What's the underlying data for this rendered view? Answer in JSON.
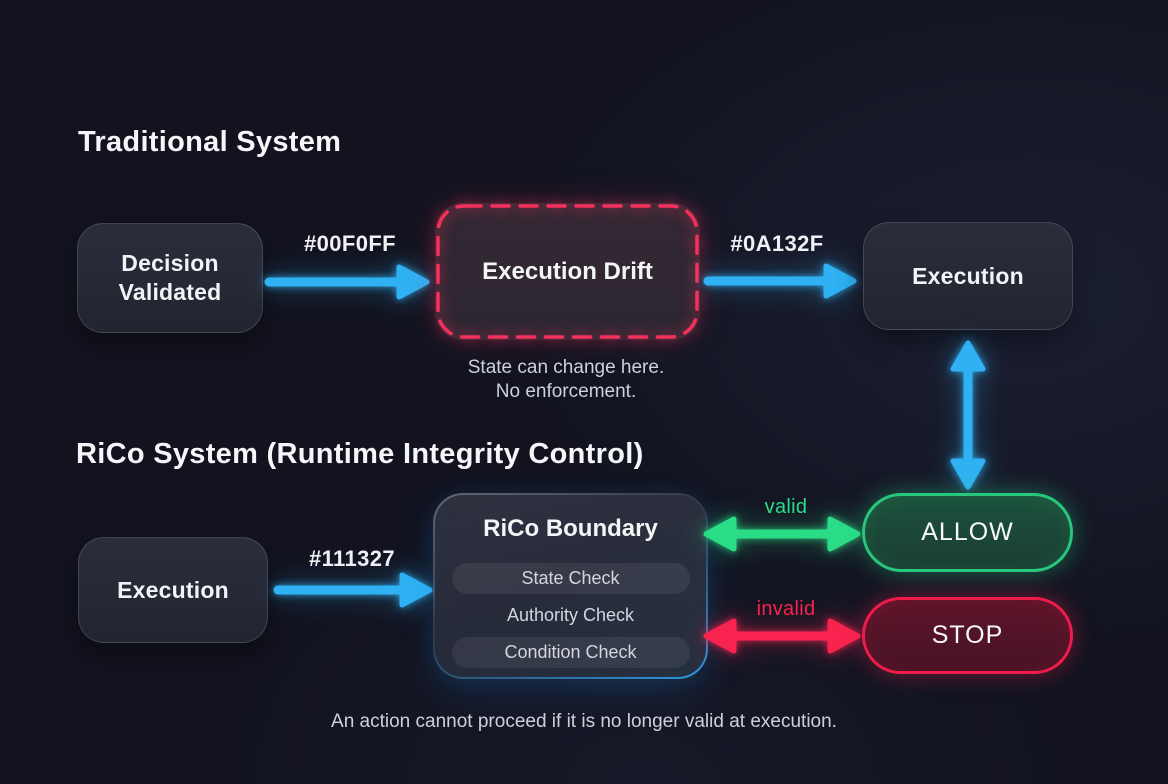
{
  "colors": {
    "background": "#12131f",
    "arrow_blue": "#2fb1f3",
    "accent_green": "#2bdc87",
    "accent_red": "#f8234f",
    "drift_dash_red": "#f5305c",
    "node_fill": "#262836",
    "text_primary": "#f2f3f6",
    "text_secondary": "#ccd0da"
  },
  "traditional": {
    "title": "Traditional System",
    "decision_box_label": "Decision Validated",
    "arrow1_label": "#00F0FF",
    "drift_box_label": "Execution Drift",
    "arrow2_label": "#0A132F",
    "execution_box_label": "Execution",
    "drift_caption_line1": "State can change here.",
    "drift_caption_line2": "No enforcement."
  },
  "rico": {
    "title": "RiCo System (Runtime Integrity Control)",
    "execution_box_label": "Execution",
    "arrow_label": "#111327",
    "boundary_title": "RiCo Boundary",
    "checks": [
      "State Check",
      "Authority Check",
      "Condition Check"
    ],
    "valid_label": "valid",
    "invalid_label": "invalid",
    "allow_label": "ALLOW",
    "stop_label": "STOP"
  },
  "footer": {
    "caption": "An action cannot proceed if it is no longer valid at execution."
  }
}
